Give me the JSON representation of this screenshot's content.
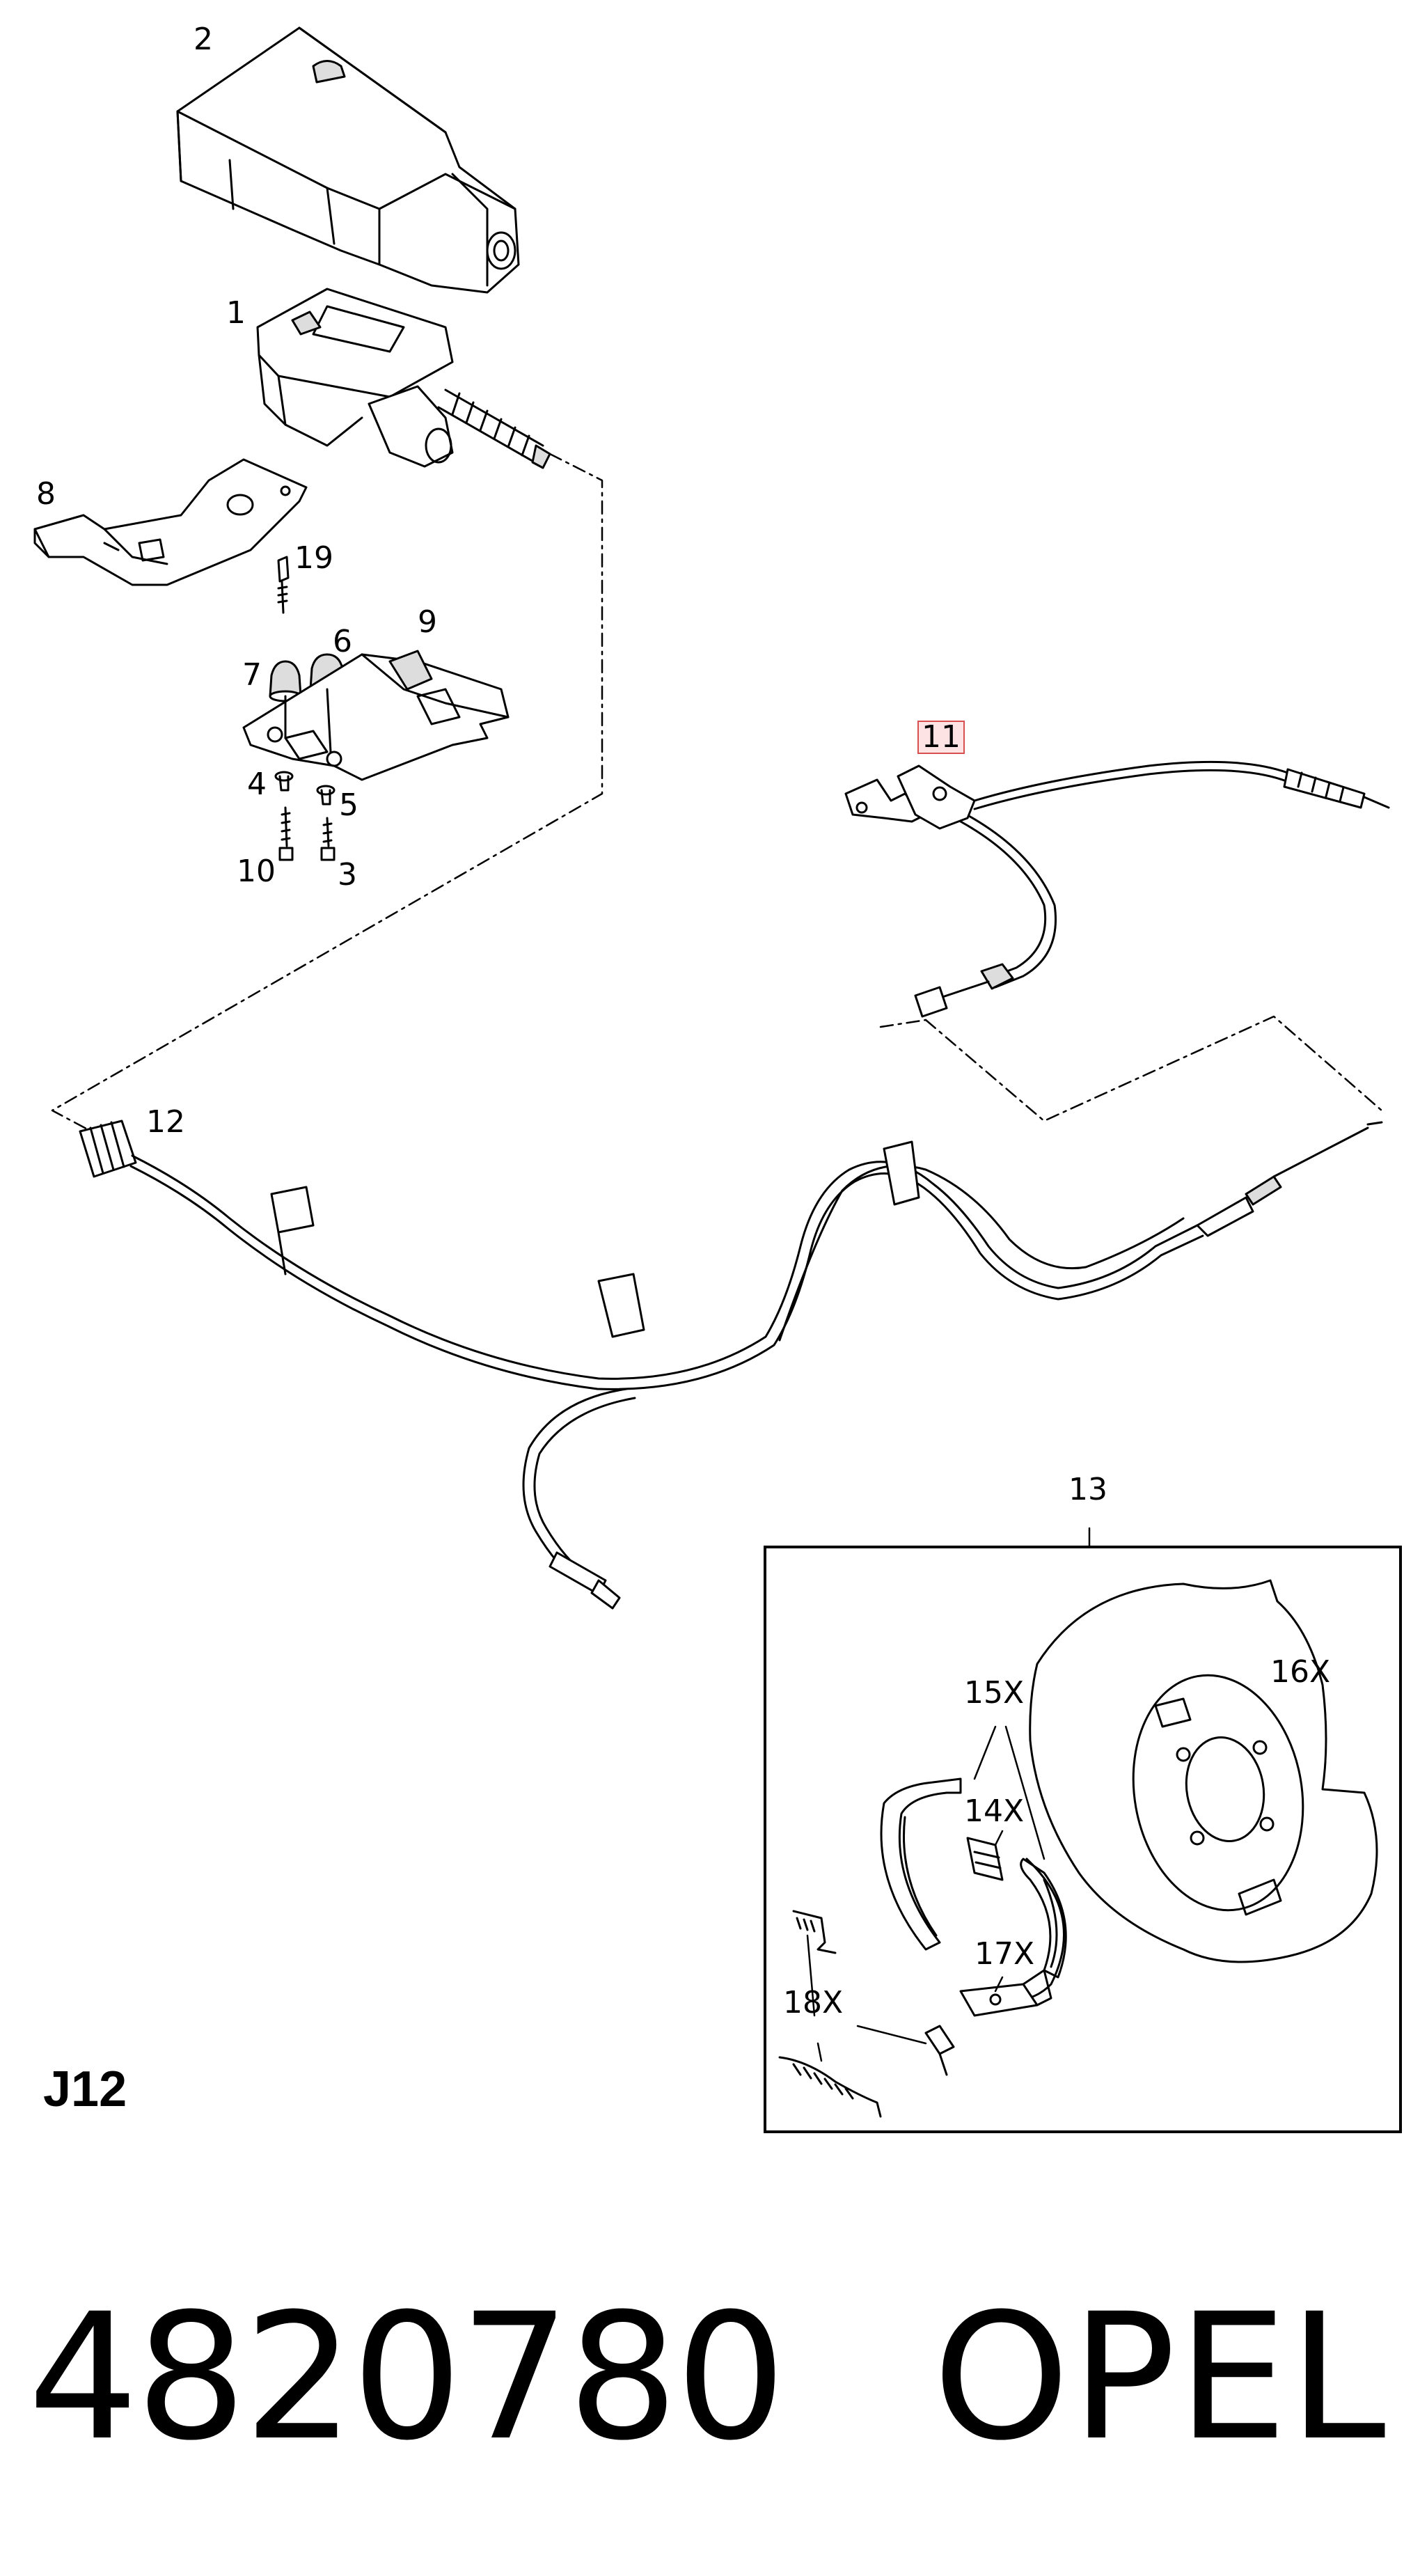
{
  "diagram": {
    "section_code": "J12",
    "part_number": "4820780",
    "brand": "OPEL",
    "callouts": {
      "c1": "1",
      "c2": "2",
      "c3": "3",
      "c4": "4",
      "c5": "5",
      "c6": "6",
      "c7": "7",
      "c8": "8",
      "c9": "9",
      "c10": "10",
      "c11": "11",
      "c12": "12",
      "c13": "13",
      "c14x": "14X",
      "c15x": "15X",
      "c16x": "16X",
      "c17x": "17X",
      "c18x": "18X",
      "c19": "19"
    },
    "highlighted_callout": "11"
  }
}
